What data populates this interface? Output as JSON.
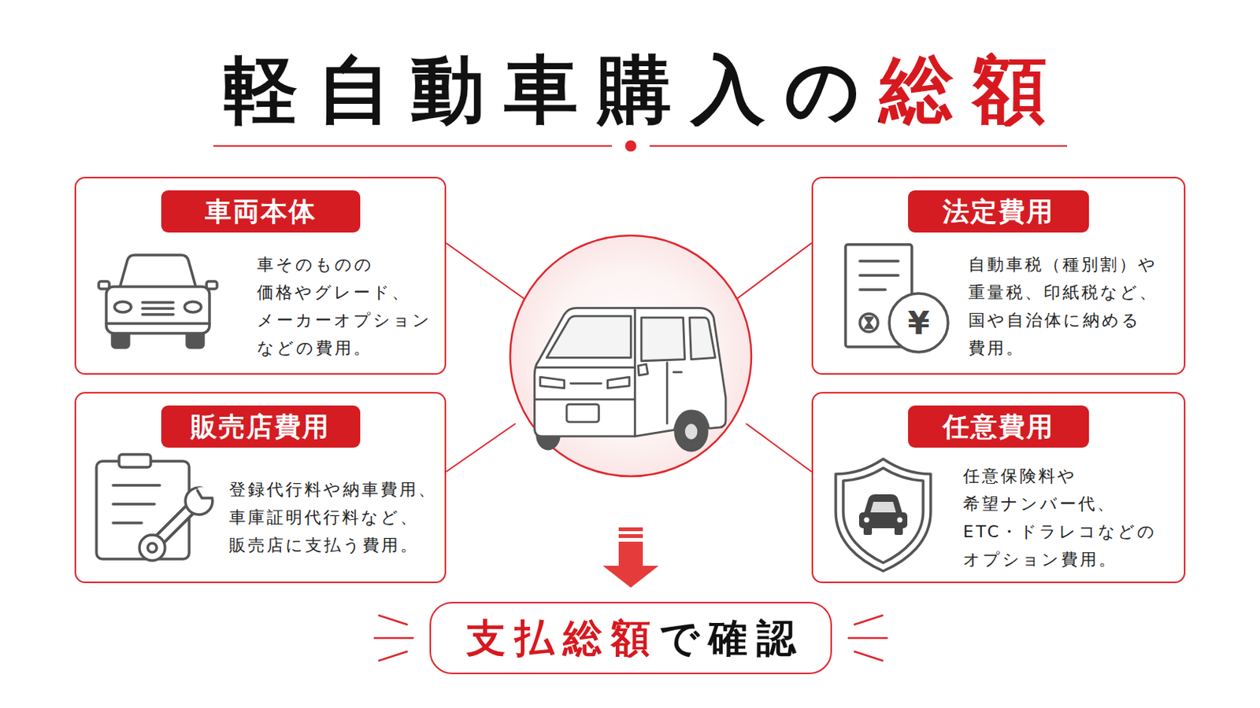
{
  "diagram": {
    "title": "軽自動車購入の総額",
    "nodes": [
      {
        "text": [
          "車両本体",
          "車そのものの 価格やグレード、 メーカーオプション などの費用。"
        ]
      },
      {
        "text": [
          "法定費用",
          "自動車税（種別割）や 重量税、印紙税など、 国や自治体に納める 費用。"
        ]
      },
      {
        "text": [
          "販売店費用",
          "登録代行料や納車費用、 車庫証明代行料など、 販売店に支払う費用。"
        ]
      },
      {
        "text": [
          "任意費用",
          "任意保険料や 希望ナンバー代、 ETC・ドラレコなどの オプション費用。"
        ]
      },
      {
        "text": [
          "支払総額で確認"
        ]
      }
    ],
    "labels": [
      "¥"
    ]
  }
}
